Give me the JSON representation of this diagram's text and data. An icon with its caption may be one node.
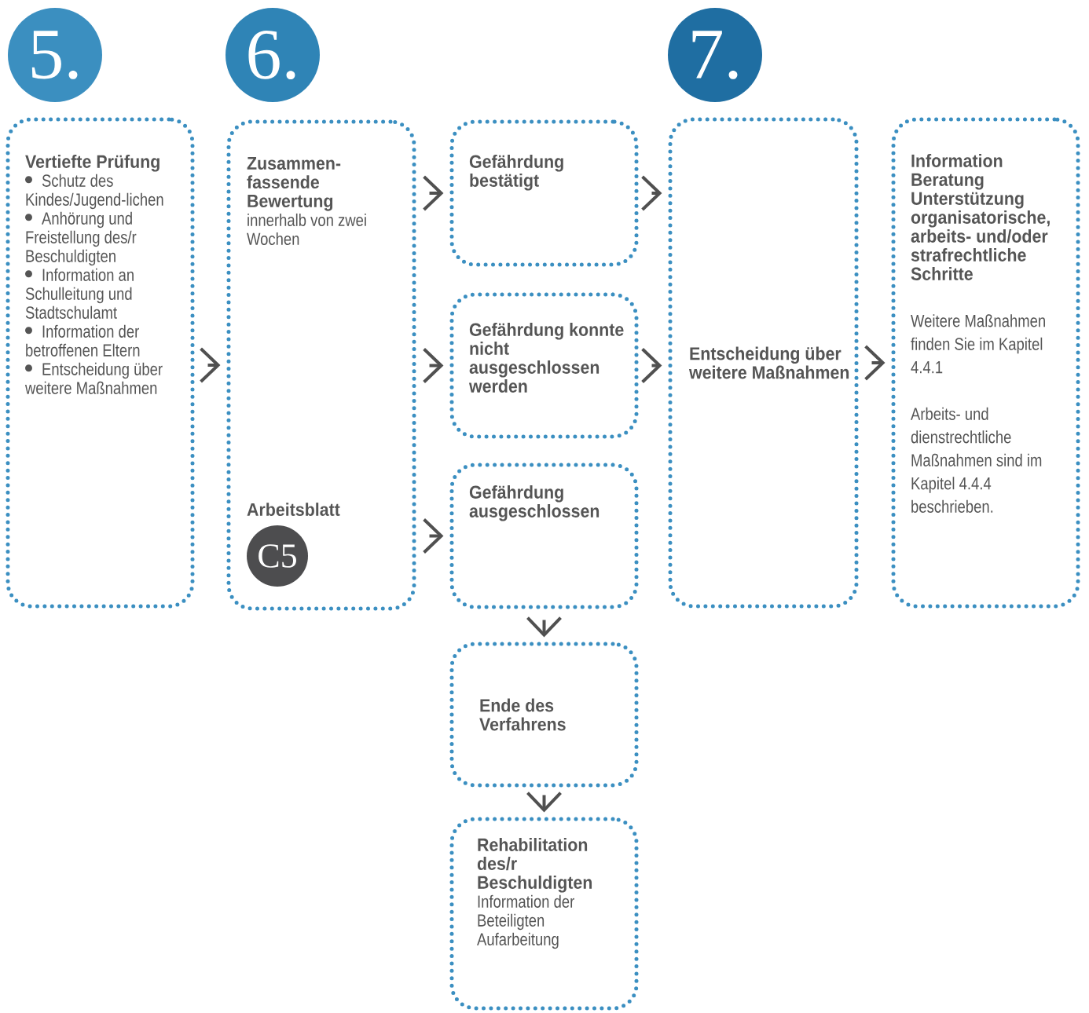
{
  "diagram": {
    "nodes": [
      {
        "text": [
          "5."
        ]
      },
      {
        "text": [
          "6."
        ]
      },
      {
        "text": [
          "7."
        ]
      },
      {
        "text": [
          "Vertiefte Prüfung",
          "Schutz des Kindes/Jugend-lichen",
          "Anhörung und Freistellung des/r Beschuldigten",
          "Information an Schulleitung und Stadtschulamt",
          "Information der betroffenen Eltern",
          "Entscheidung über weitere Maßnahmen"
        ]
      },
      {
        "text": [
          "Zusammen-fassende Bewertung",
          "innerhalb von zwei Wochen",
          "Arbeitsblatt"
        ]
      },
      {
        "text": [
          "C5"
        ],
        "in": 4
      },
      {
        "text": [
          "Gefährdung bestätigt"
        ]
      },
      {
        "text": [
          "Gefährdung konnte nicht ausgeschlossen werden"
        ]
      },
      {
        "text": [
          "Gefährdung ausgeschlossen"
        ]
      },
      {
        "text": [
          "Entscheidung über weitere Maßnahmen"
        ]
      },
      {
        "text": [
          "Information",
          "Beratung",
          "Unterstützung",
          "organisatorische, arbeits- und/oder strafrechtliche Schritte",
          "Weitere Maßnahmen finden Sie im Kapitel 4.4.1",
          "Arbeits- und dienstrechtliche Maßnahmen sind im Kapitel 4.4.4 beschrieben."
        ]
      },
      {
        "text": [
          "Ende des Verfahrens"
        ]
      },
      {
        "text": [
          "Rehabilitation des/r Beschuldigten",
          "Information der Beteiligten",
          "Aufarbeitung"
        ]
      }
    ],
    "edges": [
      {
        "from": 3,
        "to": 4,
        "arrow": "to"
      },
      {
        "from": 4,
        "to": 6,
        "arrow": "to"
      },
      {
        "from": 4,
        "to": 7,
        "arrow": "to"
      },
      {
        "from": 4,
        "to": 8,
        "arrow": "to"
      },
      {
        "from": 6,
        "to": 9,
        "arrow": "to"
      },
      {
        "from": 7,
        "to": 9,
        "arrow": "to"
      },
      {
        "from": 9,
        "to": 10,
        "arrow": "to"
      },
      {
        "from": 8,
        "to": 11,
        "arrow": "to"
      },
      {
        "from": 11,
        "to": 12,
        "arrow": "to"
      }
    ]
  }
}
